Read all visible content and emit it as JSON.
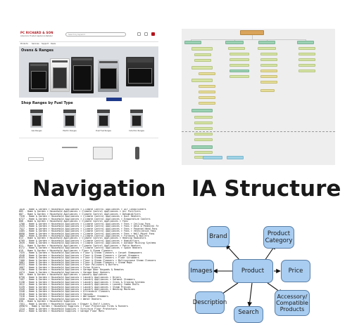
{
  "panels": {
    "navigation": {
      "heading": "Navigation",
      "site": {
        "logo": "PC RICHARD & SON",
        "tagline": "America's Trusted Appliance Retailer",
        "search_placeholder": "Search by keyword",
        "nav_items": [
          "Products",
          "Services",
          "Support",
          "Deals"
        ],
        "banner_title": "Ovens & Ranges",
        "section_title": "Shop Ranges by Fuel Type",
        "product_labels": [
          "Gas Ranges",
          "Electric Ranges",
          "Dual Fuel Ranges",
          "Induction Ranges"
        ]
      }
    },
    "ia": {
      "heading": "IA Structure"
    },
    "taxonomy": {
      "lines": [
        "1020 - Home & Garden > Household Appliances > Climate Control Appliances > Air Conditioners",
        "605 - Home & Garden > Household Appliances > Climate Control Appliances > Air Purifiers",
        "607 - Home & Garden > Household Appliances > Climate Control Appliances > Dehumidifiers",
        "7328 - Home & Garden > Household Appliances > Climate Control Appliances > Duct Heaters",
        "6727 - Home & Garden > Household Appliances > Climate Control Appliances > Evaporative Coolers",
        "608 - Home & Garden > Household Appliances > Climate Control Appliances > Fans",
        "1700 - Home & Garden > Household Appliances > Climate Control Appliances > Fans > Ceiling Fans",
        "2535 - Home & Garden > Household Appliances > Climate Control Appliances > Fans > Desk & Pedestal Fans",
        "7527 - Home & Garden > Household Appliances > Climate Control Appliances > Fans > Powered Hand Fans & Misters",
        "4485 - Home & Garden > Household Appliances > Climate Control Appliances > Fans > Ventilation Fans",
        "8090 - Home & Garden > Household Appliances > Climate Control Appliances > Fans > Wall Mount Fans",
        "3082 - Home & Garden > Household Appliances > Climate Control Appliances > Furnaces & Boilers",
        "613 - Home & Garden > Household Appliances > Climate Control Appliances > Heating Radiators",
        "6709 - Home & Garden > Household Appliances > Climate Control Appliances > Humidifiers",
        "2649 - Home & Garden > Household Appliances > Climate Control Appliances > Outdoor Misting Systems",
        "611 - Home & Garden > Household Appliances > Climate Control Appliances > Patio Heaters",
        "6172 - Home & Garden > Household Appliances > Climate Control Appliances > Space Heaters",
        "619 - Home & Garden > Household Appliances > Floor & Steam Cleaners",
        "7435 - Home & Garden > Household Appliances > Floor & Steam Cleaners > Carpet Shampooers",
        "4548 - Home & Garden > Household Appliances > Floor & Steam Cleaners > Carpet Steamers",
        "6545 - Home & Garden > Household Appliances > Floor & Steam Cleaners > Floor Scrubbers",
        "7460 - Home & Garden > Household Appliances > Floor & Steam Cleaners > Multipurpose Steam Cleaners",
        "5081 - Home & Garden > Household Appliances > Floor & Steam Cleaners > Steam Mops",
        "6533 - Home & Garden > Household Appliances > Floor Polishers & Buffers",
        "2667 - Home & Garden > Household Appliances > Futon Dryers",
        "5156 - Home & Garden > Household Appliances > Garage Door Keypads & Remotes",
        "4474 - Home & Garden > Household Appliances > Garage Door Openers",
        "569 - Home & Garden > Household Appliances > Laundry Appliances",
        "6750 - Home & Garden > Household Appliances > Laundry Appliances > Dryers",
        "7497 - Home & Garden > Household Appliances > Laundry Appliances > Garment Steamers",
        "5138 - Home & Garden > Household Appliances > Laundry Appliances > Irons & Ironing Systems",
        "2612 - Home & Garden > Household Appliances > Laundry Appliances > Laundry Combo Units",
        "5139 - Home & Garden > Household Appliances > Laundry Appliances > Steam Presses",
        "2549 - Home & Garden > Household Appliances > Laundry Appliances > Washing Machines",
        "3348 - Home & Garden > Household Appliances > Ultrasonic Cleaners",
        "3318 - Home & Garden > Household Appliances > Vacuums",
        "7418 - Home & Garden > Household Appliances > Wallpaper Steamers",
        "3350 - Home & Garden > Household Appliances > Water Heaters",
        "630 - Home & Garden > Household Supplies",
        "7351 - Home & Garden > Household Supplies > Drawer & Shelf Liners",
        "499674 - Home & Garden > Household Supplies > Floor Protection Films & Runners",
        "7214 - Home & Garden > Household Supplies > Furniture Floor Protectors",
        "8522 - Home & Garden > Household Supplies > Garage Floor Mats"
      ]
    },
    "concept_map": {
      "center": "Product",
      "nodes": {
        "brand": "Brand",
        "product_category": "Product Category",
        "images": "Images",
        "price": "Price",
        "description": "Description",
        "accessory": "Accessory/ Compatible Products",
        "search": "Search"
      },
      "colors": {
        "node_fill": "#a8cdf1",
        "node_border": "#5b7fa6"
      }
    }
  }
}
